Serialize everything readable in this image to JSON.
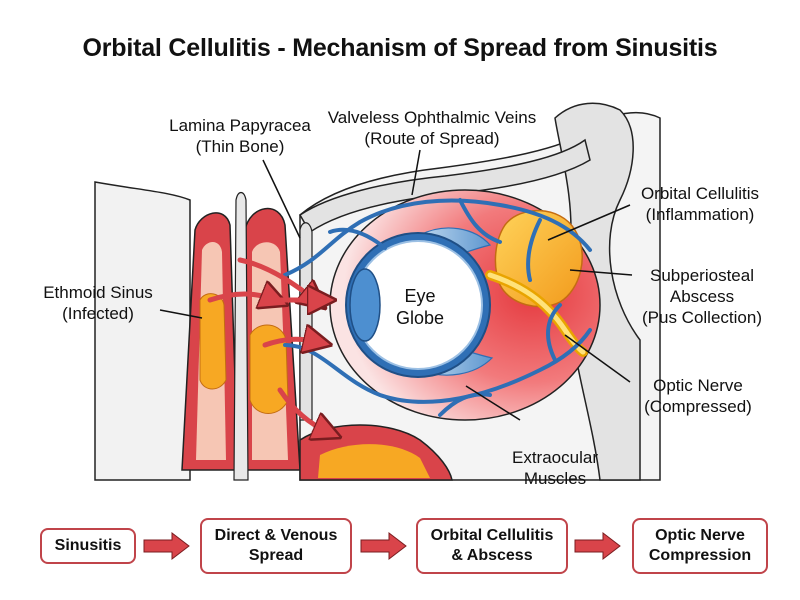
{
  "title": "Orbital Cellulitis - Mechanism of Spread from Sinusitis",
  "labels": {
    "lamina": [
      "Lamina Papyracea",
      "(Thin Bone)"
    ],
    "veins": [
      "Valveless Ophthalmic Veins",
      "(Route of Spread)"
    ],
    "cellulitis": [
      "Orbital Cellulitis",
      "(Inflammation)"
    ],
    "ethmoid": [
      "Ethmoid Sinus",
      "(Infected)"
    ],
    "eye": [
      "Eye",
      "Globe"
    ],
    "abscess": [
      "Subperiosteal",
      "Abscess",
      "(Pus Collection)"
    ],
    "optic": [
      "Optic Nerve",
      "(Compressed)"
    ],
    "muscles": [
      "Extraocular",
      "Muscles"
    ]
  },
  "flow": [
    {
      "text": [
        "Sinusitis"
      ]
    },
    {
      "text": [
        "Direct & Venous",
        "Spread"
      ]
    },
    {
      "text": [
        "Orbital Cellulitis",
        "& Abscess"
      ]
    },
    {
      "text": [
        "Optic Nerve",
        "Compression"
      ]
    }
  ],
  "colors": {
    "infection_red": "#d9444a",
    "pus_yellow": "#f7a823",
    "vein_blue": "#2f6fb5",
    "eye_blue": "#4d8fd0",
    "bone_gray": "#e3e3e3",
    "box_border": "#c0444a"
  }
}
